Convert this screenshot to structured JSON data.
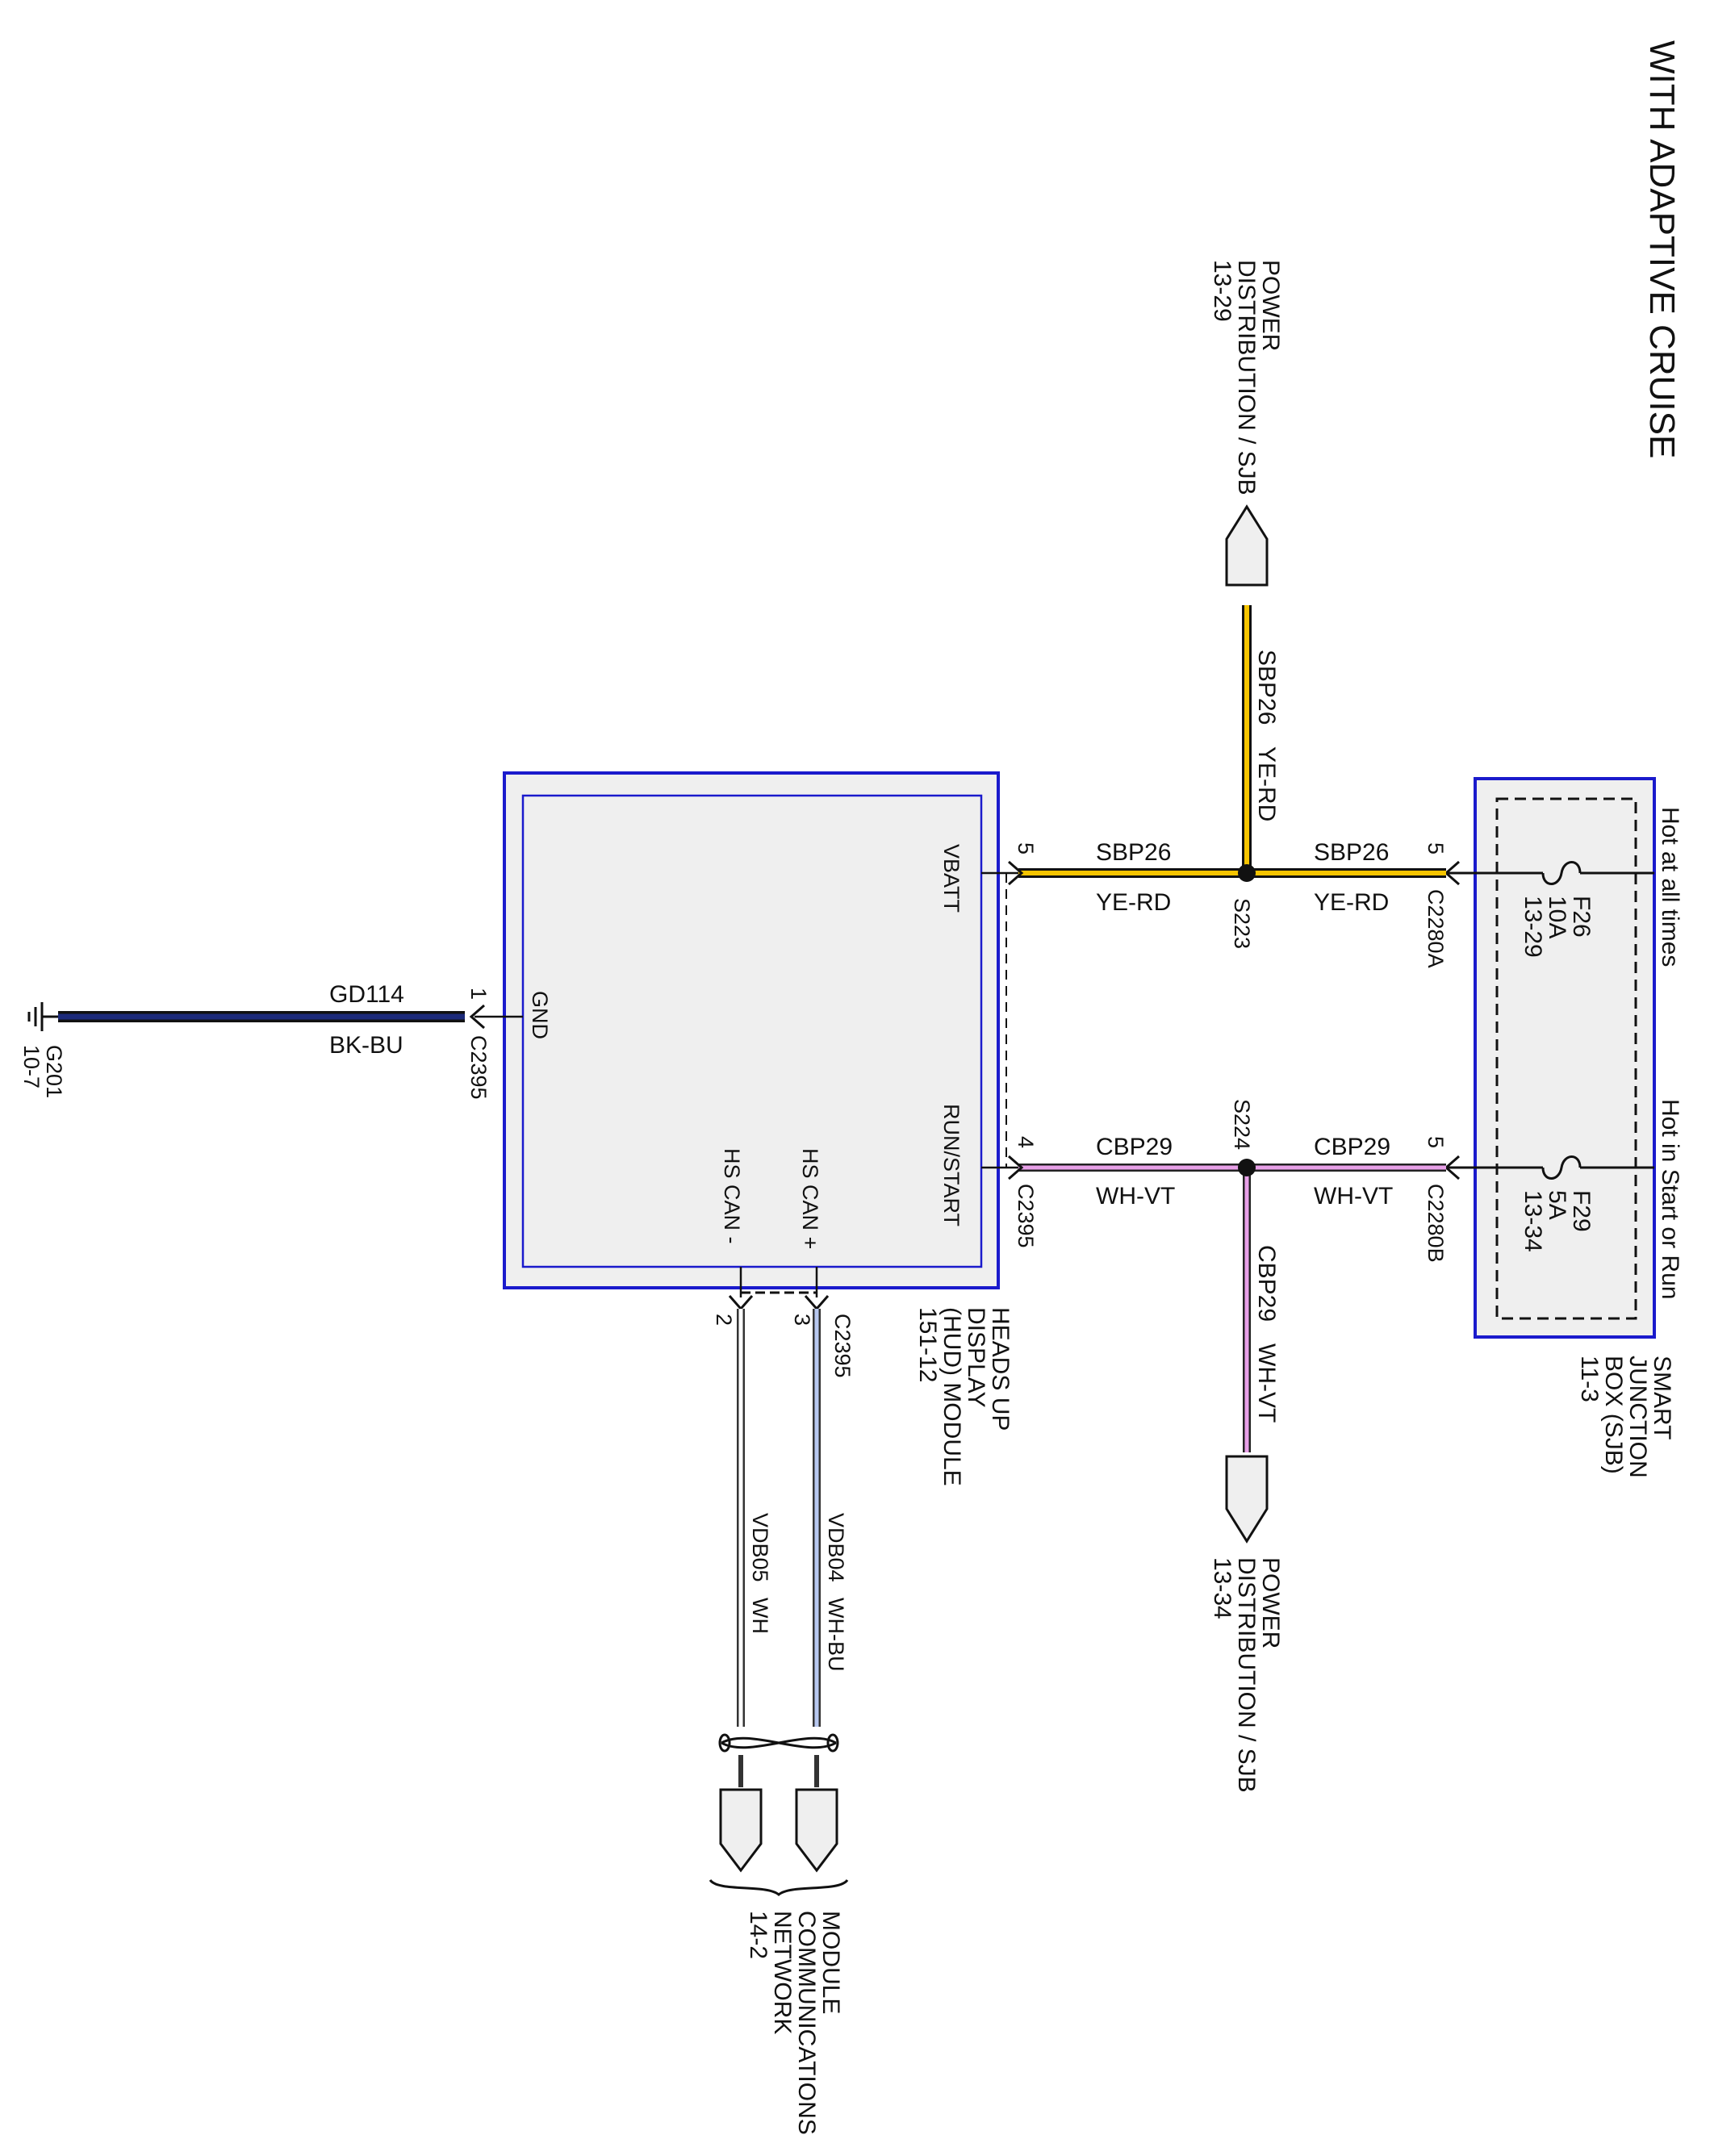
{
  "title": "WITH ADAPTIVE CRUISE",
  "colors": {
    "module_border": "#1a1acc",
    "module_fill": "#efefef",
    "ye_rd_outer": "#111111",
    "ye_rd_inner": "#f5c400",
    "wh_vt_outer": "#222222",
    "wh_vt_inner": "#e8a0e8",
    "bk_bu_outer": "#111111",
    "bk_bu_inner": "#1c2a7a",
    "wh_bu_inner": "#b8c8f0",
    "wire_black": "#111111"
  },
  "sjb": {
    "name_lines": [
      "SMART",
      "JUNCTION",
      "BOX (SJB)",
      "11-3"
    ],
    "fuse_f26": {
      "lines": [
        "F26",
        "10A",
        "13-29"
      ],
      "hot_label": "Hot at all times"
    },
    "fuse_f29": {
      "lines": [
        "F29",
        "5A",
        "13-34"
      ],
      "hot_label": "Hot in Start or Run"
    }
  },
  "connectors": {
    "c2280a": {
      "name": "C2280A",
      "pin": "5"
    },
    "c2280b": {
      "name": "C2280B",
      "pin": "5"
    },
    "c2395_vbatt": {
      "name": "",
      "pin": "5"
    },
    "c2395_run": {
      "name": "C2395",
      "pin": "4"
    },
    "c2395_gnd": {
      "name": "C2395",
      "pin": "1"
    },
    "c2395_can": {
      "name": "C2395",
      "pin_plus": "3",
      "pin_minus": "2"
    }
  },
  "splices": {
    "s223": "S223",
    "s224": "S224"
  },
  "wires": {
    "sbp26_a": {
      "circuit": "SBP26",
      "color": "YE-RD"
    },
    "sbp26_b": {
      "circuit": "SBP26",
      "color": "YE-RD"
    },
    "sbp26_c": {
      "circuit": "SBP26",
      "color": "YE-RD"
    },
    "cbp29_a": {
      "circuit": "CBP29",
      "color": "WH-VT"
    },
    "cbp29_b": {
      "circuit": "CBP29",
      "color": "WH-VT"
    },
    "cbp29_c": {
      "circuit": "CBP29",
      "color": "WH-VT"
    },
    "gd114": {
      "circuit": "GD114",
      "color": "BK-BU"
    },
    "vdb04": {
      "circuit": "VDB04",
      "color": "WH-BU"
    },
    "vdb05": {
      "circuit": "VDB05",
      "color": "WH"
    }
  },
  "module": {
    "name_lines": [
      "HEADS UP",
      "DISPLAY",
      "(HUD) MODULE",
      "151-12"
    ],
    "pins": {
      "vbatt": "VBATT",
      "run_start": "RUN/START",
      "gnd": "GND",
      "hs_can_plus": "HS CAN +",
      "hs_can_minus": "HS CAN -"
    }
  },
  "ground": {
    "name": "G201",
    "ref": "10-7"
  },
  "references": {
    "pd_top": {
      "lines": [
        "POWER",
        "DISTRIBUTION / SJB",
        "13-29"
      ]
    },
    "pd_bottom": {
      "lines": [
        "POWER",
        "DISTRIBUTION / SJB",
        "13-34"
      ]
    },
    "mcn": {
      "lines": [
        "MODULE",
        "COMMUNICATIONS",
        "NETWORK",
        "14-2"
      ]
    }
  }
}
